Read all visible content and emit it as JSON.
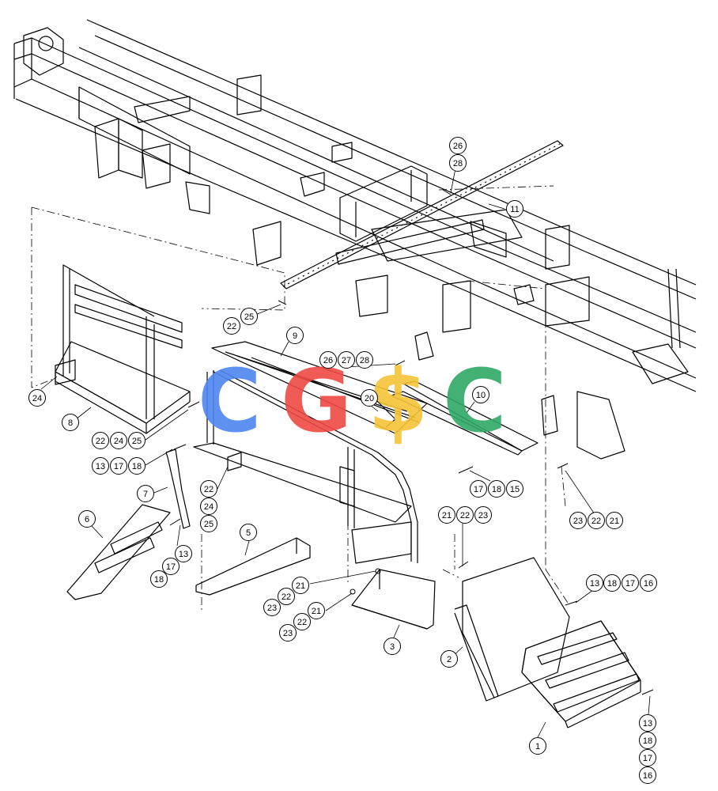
{
  "watermark": {
    "letters": [
      {
        "char": "C",
        "color": "#4d86f0"
      },
      {
        "char": "G",
        "color": "#ef4a43"
      },
      {
        "char": "$",
        "color": "#f7c437"
      },
      {
        "char": "C",
        "color": "#2fa866"
      }
    ]
  },
  "callouts": [
    {
      "id": "c1",
      "label": "1"
    },
    {
      "id": "c2",
      "label": "2"
    },
    {
      "id": "c3",
      "label": "3"
    },
    {
      "id": "c5",
      "label": "5"
    },
    {
      "id": "c6",
      "label": "6"
    },
    {
      "id": "c7",
      "label": "7"
    },
    {
      "id": "c8",
      "label": "8"
    },
    {
      "id": "c9",
      "label": "9"
    },
    {
      "id": "c10",
      "label": "10"
    },
    {
      "id": "c11",
      "label": "11"
    },
    {
      "id": "c20",
      "label": "20"
    },
    {
      "id": "c24a",
      "label": "24"
    },
    {
      "id": "g1a",
      "label": "26"
    },
    {
      "id": "g1b",
      "label": "28"
    },
    {
      "id": "g2a",
      "label": "22"
    },
    {
      "id": "g2b",
      "label": "25"
    },
    {
      "id": "g3a",
      "label": "26"
    },
    {
      "id": "g3b",
      "label": "27"
    },
    {
      "id": "g3c",
      "label": "28"
    },
    {
      "id": "g4a",
      "label": "22"
    },
    {
      "id": "g4b",
      "label": "24"
    },
    {
      "id": "g4c",
      "label": "25"
    },
    {
      "id": "g5a",
      "label": "13"
    },
    {
      "id": "g5b",
      "label": "17"
    },
    {
      "id": "g5c",
      "label": "18"
    },
    {
      "id": "g6a",
      "label": "22"
    },
    {
      "id": "g6b",
      "label": "24"
    },
    {
      "id": "g6c",
      "label": "25"
    },
    {
      "id": "g7a",
      "label": "13"
    },
    {
      "id": "g7b",
      "label": "17"
    },
    {
      "id": "g7c",
      "label": "18"
    },
    {
      "id": "g8a",
      "label": "17"
    },
    {
      "id": "g8b",
      "label": "18"
    },
    {
      "id": "g8c",
      "label": "15"
    },
    {
      "id": "g9a",
      "label": "21"
    },
    {
      "id": "g9b",
      "label": "22"
    },
    {
      "id": "g9c",
      "label": "23"
    },
    {
      "id": "g10a",
      "label": "23"
    },
    {
      "id": "g10b",
      "label": "22"
    },
    {
      "id": "g10c",
      "label": "21"
    },
    {
      "id": "g11a",
      "label": "21"
    },
    {
      "id": "g11b",
      "label": "22"
    },
    {
      "id": "g11c",
      "label": "23"
    },
    {
      "id": "g12a",
      "label": "21"
    },
    {
      "id": "g12b",
      "label": "22"
    },
    {
      "id": "g12c",
      "label": "23"
    },
    {
      "id": "g13a",
      "label": "13"
    },
    {
      "id": "g13b",
      "label": "18"
    },
    {
      "id": "g13c",
      "label": "17"
    },
    {
      "id": "g13d",
      "label": "16"
    },
    {
      "id": "g14a",
      "label": "13"
    },
    {
      "id": "g14b",
      "label": "18"
    },
    {
      "id": "g14c",
      "label": "17"
    },
    {
      "id": "g14d",
      "label": "16"
    }
  ]
}
